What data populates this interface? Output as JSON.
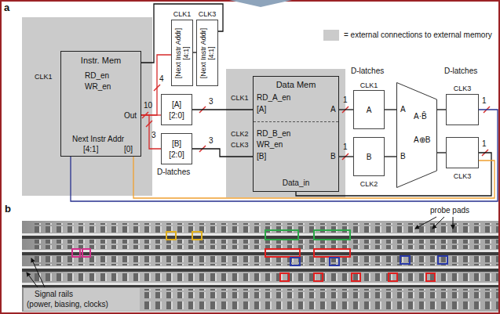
{
  "diagram": {
    "nodes": [
      {
        "text": [
          "Instr. Mem",
          "RD_en",
          "WR_en",
          "Out",
          "Next Instr Addr",
          "[4:1]",
          "[0]"
        ]
      },
      {
        "text": [
          "CLK1",
          "[Next Instr Addr] [4:1]"
        ]
      },
      {
        "text": [
          "CLK3",
          "[Next Instr Addr] [4:1]"
        ]
      },
      {
        "text": [
          "[A]",
          "[2:0]"
        ]
      },
      {
        "text": [
          "[B]",
          "[2:0]"
        ]
      },
      {
        "text": [
          "Data Mem",
          "RD_A_en",
          "[A]",
          "RD_B_en",
          "WR_en",
          "[B]",
          "A",
          "B",
          "Data_in"
        ]
      },
      {
        "text": [
          "CLK1",
          "A"
        ]
      },
      {
        "text": [
          "B",
          "CLK2"
        ]
      },
      {
        "text": [
          "A",
          "B",
          "A·B̄",
          "A⊕B"
        ]
      },
      {
        "text": [
          "CLK3"
        ]
      },
      {
        "text": [
          "CLK3"
        ]
      }
    ],
    "edges": [
      {
        "from": 0,
        "to": 1,
        "label": "4",
        "arrow": "none"
      },
      {
        "from": 0,
        "to": 3,
        "arrow": "none"
      },
      {
        "from": 0,
        "to": 4,
        "label": "3",
        "arrow": "none"
      },
      {
        "from": 1,
        "to": 2,
        "arrow": "none"
      },
      {
        "from": 2,
        "to": 0,
        "arrow": "none"
      },
      {
        "from": 3,
        "to": 5,
        "label": "3",
        "arrow": "none"
      },
      {
        "from": 4,
        "to": 5,
        "label": "3",
        "arrow": "none"
      },
      {
        "from": 5,
        "to": 6,
        "label": "1",
        "arrow": "none"
      },
      {
        "from": 5,
        "to": 7,
        "label": "1",
        "arrow": "none"
      },
      {
        "from": 6,
        "to": 8,
        "arrow": "none"
      },
      {
        "from": 7,
        "to": 8,
        "arrow": "none"
      },
      {
        "from": 8,
        "to": 9,
        "arrow": "none"
      },
      {
        "from": 8,
        "to": 10,
        "arrow": "none"
      },
      {
        "from": 9,
        "to": 0,
        "label": "1",
        "arrow": "none"
      },
      {
        "from": 10,
        "to": 5,
        "label": "1",
        "arrow": "none"
      },
      {
        "from": 10,
        "to": 0,
        "arrow": "none"
      }
    ],
    "labels": [
      "a",
      "CLK1",
      "10",
      "D-latches",
      "CLK1",
      "CLK2",
      "CLK3",
      "D-latches",
      "D-latches",
      "b",
      "probe pads",
      "Signal rails",
      "(power, biasing, clocks)"
    ],
    "legend": [
      {
        "text": "= external connections to external memory",
        "color": "#cbcbcb"
      }
    ]
  }
}
